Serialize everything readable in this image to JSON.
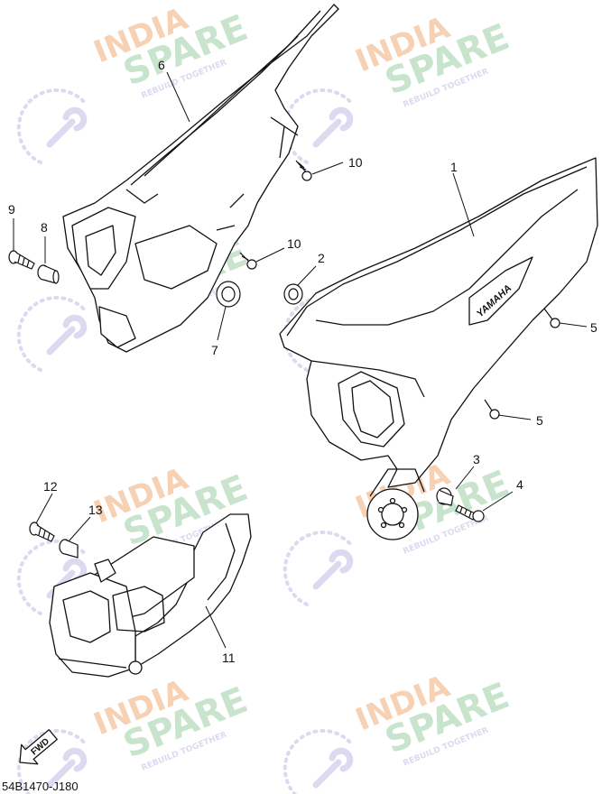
{
  "diagram": {
    "callouts": [
      {
        "id": "1",
        "label": "1"
      },
      {
        "id": "2",
        "label": "2"
      },
      {
        "id": "3",
        "label": "3"
      },
      {
        "id": "4",
        "label": "4"
      },
      {
        "id": "5a",
        "label": "5"
      },
      {
        "id": "5b",
        "label": "5"
      },
      {
        "id": "6",
        "label": "6"
      },
      {
        "id": "7",
        "label": "7"
      },
      {
        "id": "8",
        "label": "8"
      },
      {
        "id": "9",
        "label": "9"
      },
      {
        "id": "10a",
        "label": "10"
      },
      {
        "id": "10b",
        "label": "10"
      },
      {
        "id": "11",
        "label": "11"
      },
      {
        "id": "12",
        "label": "12"
      },
      {
        "id": "13",
        "label": "13"
      }
    ],
    "fwd_label": "FWD",
    "brand_text": "YAMAHA",
    "drawing_code": "54B1470-J180"
  },
  "watermark": {
    "line1": "INDIA",
    "line2": "SPARE",
    "tagline": "REBUILD TOGETHER",
    "color_india": "#f6c9a6",
    "color_spare": "#bfe0c4",
    "color_icon": "#d6d3ee"
  }
}
